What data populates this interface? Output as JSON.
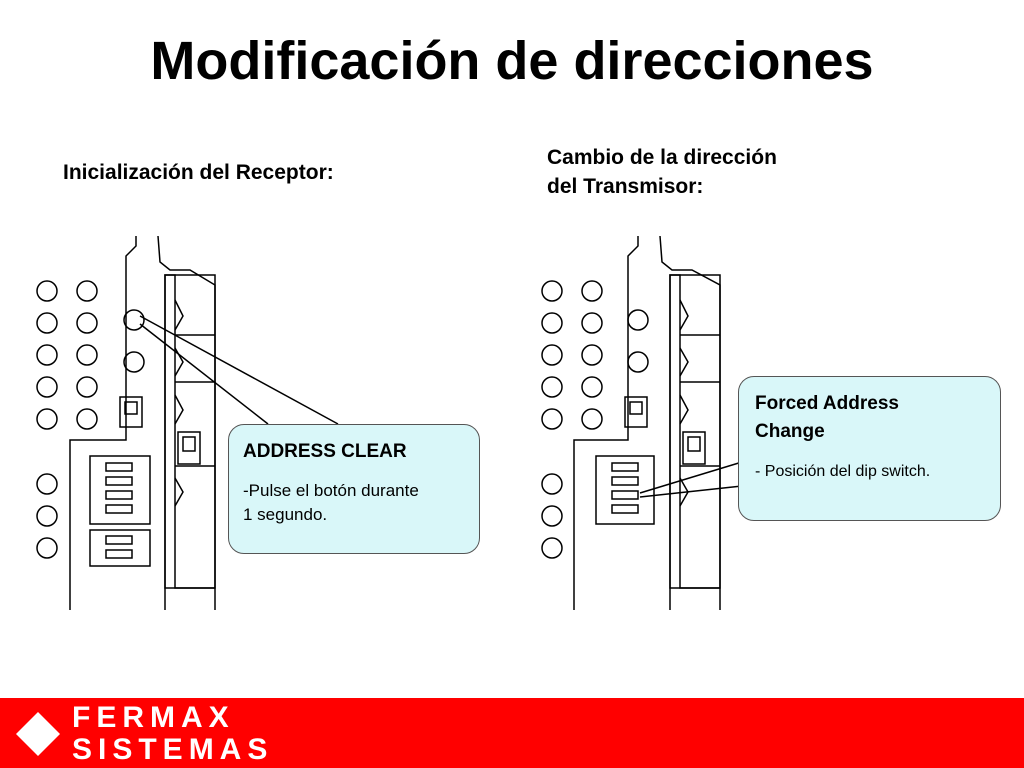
{
  "page": {
    "title": "Modificación de direcciones"
  },
  "left_panel": {
    "heading": "Inicialización del Receptor:",
    "callout": {
      "title": "ADDRESS CLEAR",
      "text_line1": "-Pulse el botón durante",
      "text_line2": "1 segundo."
    }
  },
  "right_panel": {
    "heading_line1": "Cambio de la dirección",
    "heading_line2": "del Transmisor:",
    "callout": {
      "title_line1": "Forced Address",
      "title_line2": "Change",
      "text": "- Posición del dip switch."
    }
  },
  "footer": {
    "brand_line1": "FERMAX",
    "brand_line2": "SISTEMAS",
    "color": "#ff0000"
  },
  "colors": {
    "callout_fill": "#d9f7f9",
    "line": "#000000"
  },
  "icons": [
    "diamond-logo-icon"
  ]
}
